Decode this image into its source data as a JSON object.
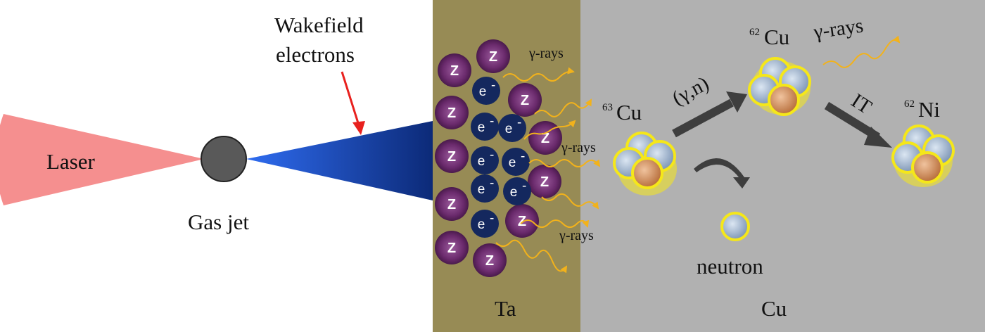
{
  "labels": {
    "laser": "Laser",
    "gas_jet": "Gas jet",
    "wakefield_line1": "Wakefield",
    "wakefield_line2": "electrons",
    "gamma_rays": "γ-rays",
    "target_ta": "Ta",
    "target_cu": "Cu",
    "cu63_mass": "63",
    "cu63_sym": "Cu",
    "cu62_mass": "62",
    "cu62_sym": "Cu",
    "ni62_mass": "62",
    "ni62_sym": "Ni",
    "reaction": "(γ,n)",
    "it": "IT",
    "neutron": "neutron",
    "z_particle": "Z",
    "electron": "e",
    "electron_charge": "-"
  },
  "colors": {
    "laser": "#f58f8f",
    "gas_jet": "#595959",
    "beam_light": "#2f6cf0",
    "beam_dark": "#0c2a78",
    "ta_bg": "#978b55",
    "cu_bg": "#b1b1b1",
    "z_particle": "#6a2a6c",
    "electron": "#14285e",
    "gamma": "#f2b21b",
    "arrow": "#3e3e3e",
    "wake_arrow": "#e8211e",
    "nucleon_outline": "#f5e71a",
    "neutron_fill": "#9fb3cc",
    "proton_fill": "#d4905e"
  }
}
